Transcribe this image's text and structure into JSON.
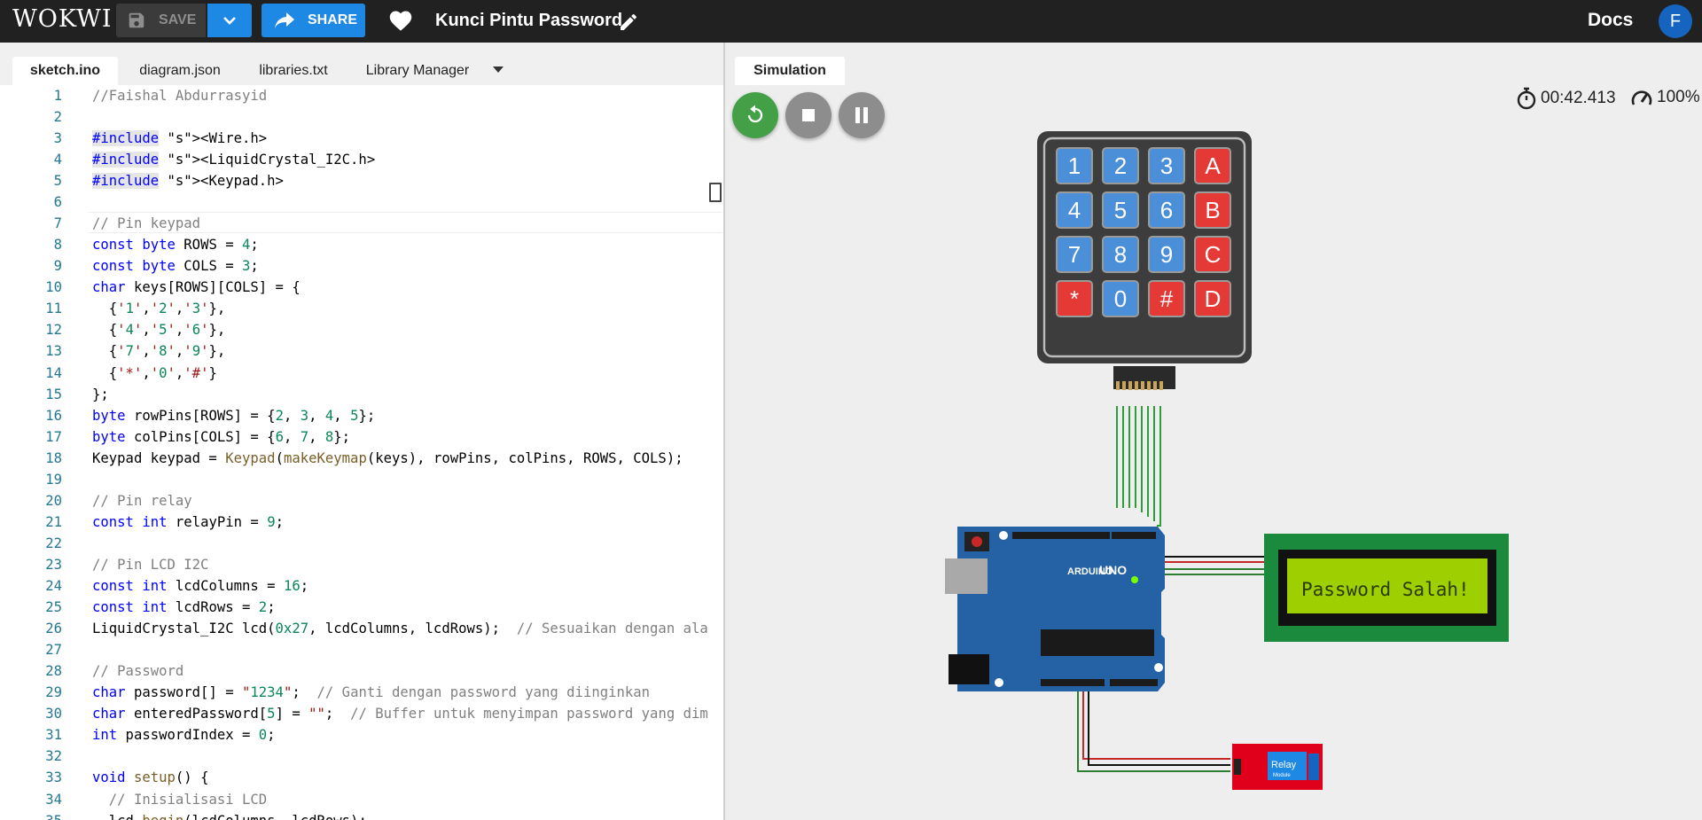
{
  "app": {
    "logo": "WOKWI",
    "save_label": "SAVE",
    "share_label": "SHARE",
    "project_title": "Kunci Pintu Password",
    "docs_label": "Docs",
    "user_initial": "F"
  },
  "editor": {
    "tabs": [
      "sketch.ino",
      "diagram.json",
      "libraries.txt",
      "Library Manager"
    ],
    "active_tab": "sketch.ino"
  },
  "code_lines": [
    "//Faishal Abdurrasyid",
    "",
    "#include <Wire.h>",
    "#include <LiquidCrystal_I2C.h>",
    "#include <Keypad.h>",
    "",
    "// Pin keypad",
    "const byte ROWS = 4;",
    "const byte COLS = 3;",
    "char keys[ROWS][COLS] = {",
    "  {'1','2','3'},",
    "  {'4','5','6'},",
    "  {'7','8','9'},",
    "  {'*','0','#'}",
    "};",
    "byte rowPins[ROWS] = {2, 3, 4, 5};",
    "byte colPins[COLS] = {6, 7, 8};",
    "Keypad keypad = Keypad(makeKeymap(keys), rowPins, colPins, ROWS, COLS);",
    "",
    "// Pin relay",
    "const int relayPin = 9;",
    "",
    "// Pin LCD I2C",
    "const int lcdColumns = 16;",
    "const int lcdRows = 2;",
    "LiquidCrystal_I2C lcd(0x27, lcdColumns, lcdRows);  // Sesuaikan dengan ala",
    "",
    "// Password",
    "char password[] = \"1234\";  // Ganti dengan password yang diinginkan",
    "char enteredPassword[5] = \"\";  // Buffer untuk menyimpan password yang dim",
    "int passwordIndex = 0;",
    "",
    "void setup() {",
    "  // Inisialisasi LCD",
    "  lcd.begin(lcdColumns, lcdRows);"
  ],
  "simulation": {
    "tab_label": "Simulation",
    "timer": "00:42.413",
    "speed": "100%",
    "lcd_text": "Password Salah!",
    "keypad_keys": [
      "1",
      "2",
      "3",
      "A",
      "4",
      "5",
      "6",
      "B",
      "7",
      "8",
      "9",
      "C",
      "*",
      "0",
      "#",
      "D"
    ],
    "board_label": "UNO",
    "board_brand": "ARDUINO",
    "relay_label": "Relay",
    "relay_sublabel": "Module"
  },
  "colors": {
    "topbar": "#212121",
    "accent": "#1e88e5",
    "keypad_blue": "#4a8fd8",
    "keypad_red": "#e53935",
    "board_blue": "#2462a5",
    "lcd_green": "#9ecf00",
    "restart_green": "#4caf50"
  }
}
